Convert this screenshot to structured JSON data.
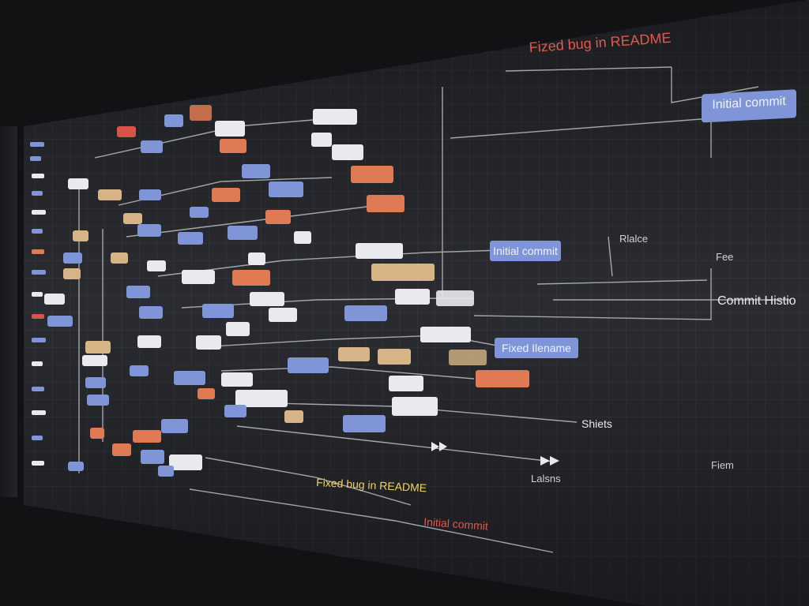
{
  "window": {
    "title": "Commit Histio"
  },
  "labels": {
    "top_commit": "Fized bug in README",
    "initial_commit_right": "Initial commit",
    "initial_commit_mid": "Initial commit",
    "fixed_filename": "Fixed Ilename",
    "commit_history": "Commit Histio",
    "fixed_bug_bottom": "Fixed bug in README",
    "initial_commit_bottom": "Initial commit",
    "sheets": "Shiets",
    "labels": "Lalsns",
    "rlace": "Rlalce",
    "fee": "Fee",
    "fiem": "Fiem"
  },
  "colors": {
    "background": "#2a2c31",
    "grid": "#3a3d43",
    "blue_node": "#7f95d8",
    "orange_node": "#e07a55",
    "tan_node": "#d7b486",
    "red_node": "#d9534a",
    "white_node": "#e8eaee",
    "line": "#b8bcc4"
  },
  "icons": [
    "arrow-right-icon",
    "double-arrow-icon"
  ]
}
